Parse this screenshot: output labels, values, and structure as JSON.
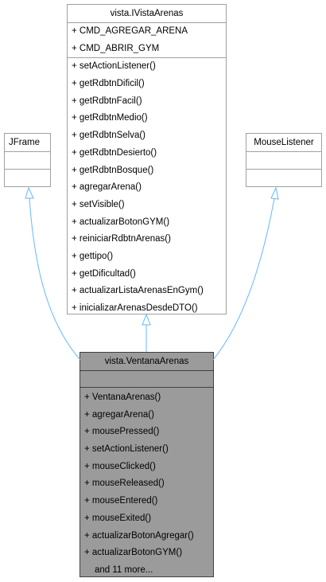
{
  "interface_box": {
    "title": "vista.IVistaArenas",
    "attributes": [
      "+ CMD_AGREGAR_ARENA",
      "+ CMD_ABRIR_GYM"
    ],
    "methods": [
      "+ setActionListener()",
      "+ getRdbtnDificil()",
      "+ getRdbtnFacil()",
      "+ getRdbtnMedio()",
      "+ getRdbtnSelva()",
      "+ getRdbtnDesierto()",
      "+ getRdbtnBosque()",
      "+ agregarArena()",
      "+ setVisible()",
      "+ actualizarBotonGYM()",
      "+ reiniciarRdbtnArenas()",
      "+ gettipo()",
      "+ getDificultad()",
      "+ actualizarListaArenasEnGym()",
      "+ inicializarArenasDesdeDTO()"
    ]
  },
  "jframe_box": {
    "title": "JFrame"
  },
  "mouselistener_box": {
    "title": "MouseListener"
  },
  "main_box": {
    "title": "vista.VentanaArenas",
    "methods": [
      "+ VentanaArenas()",
      "+ agregarArena()",
      "+ mousePressed()",
      "+ setActionListener()",
      "+ mouseClicked()",
      "+ mouseReleased()",
      "+ mouseEntered()",
      "+ mouseExited()",
      "+ actualizarBotonAgregar()",
      "+ actualizarBotonGYM()"
    ],
    "more_label": "and 11 more..."
  },
  "colors": {
    "main_fill": "#9b9b9b",
    "box_border": "#a0a0a0",
    "edge": "#63b8ff"
  }
}
